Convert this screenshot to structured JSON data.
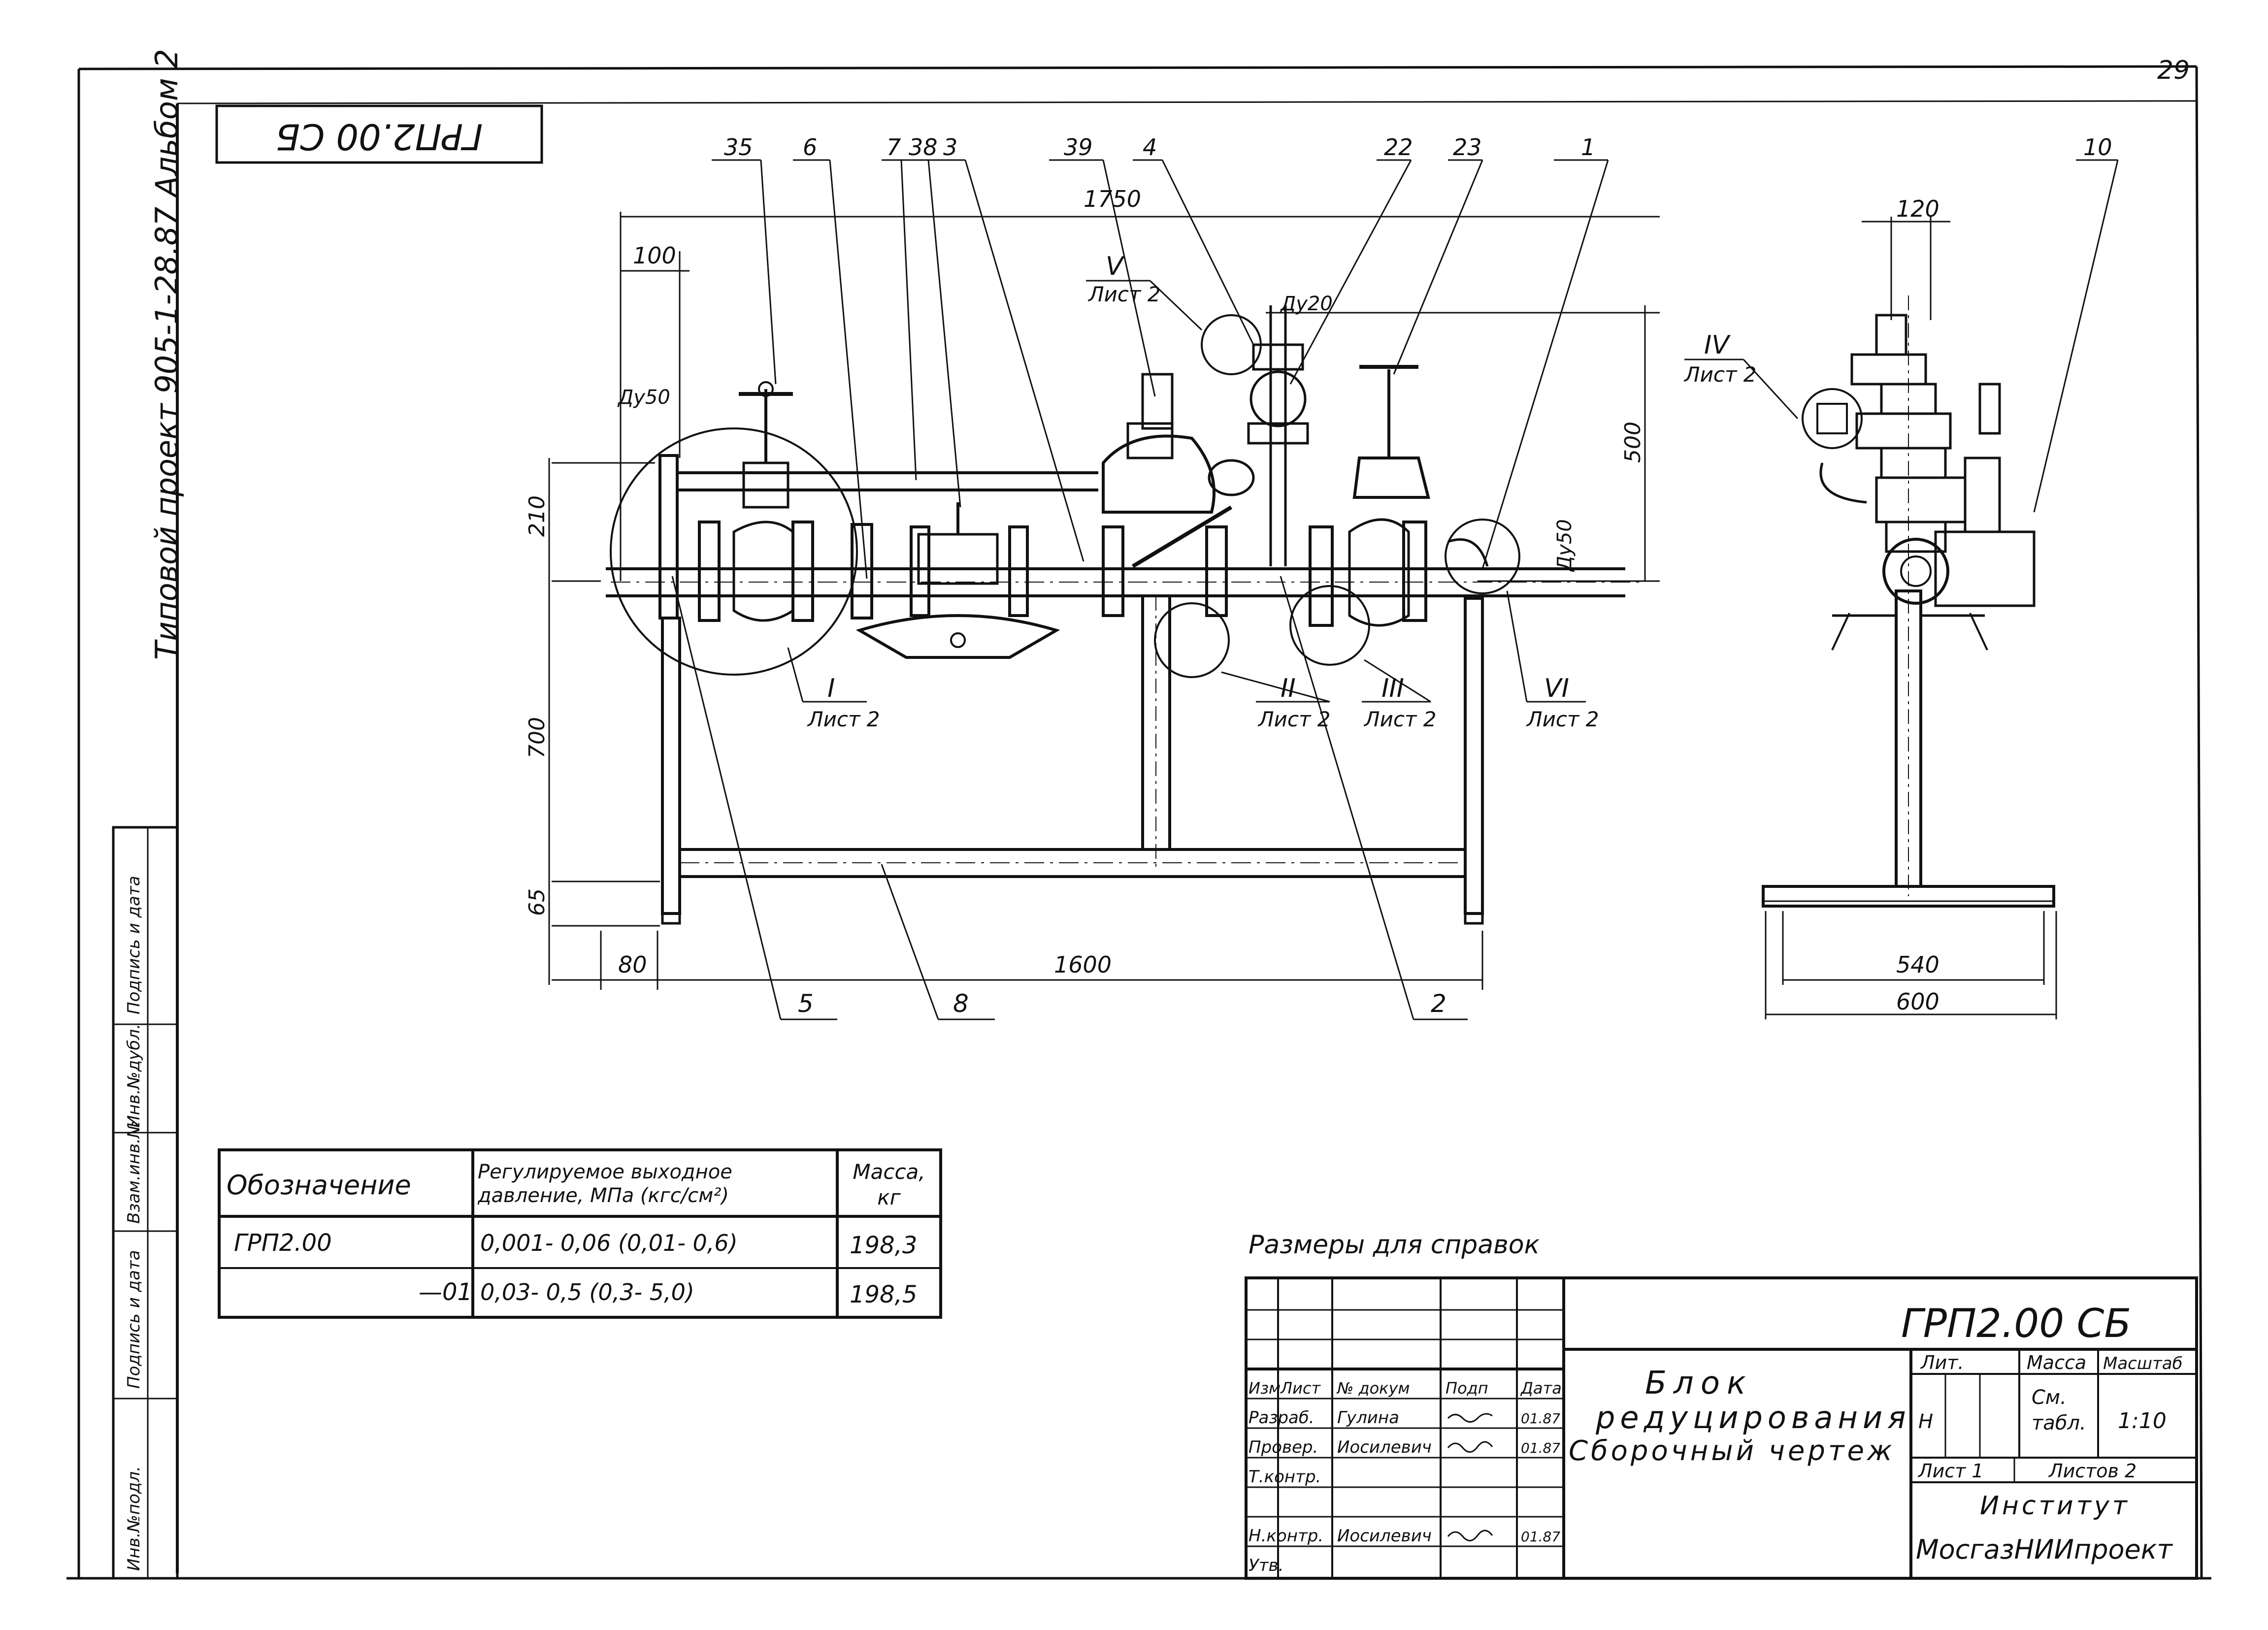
{
  "sheet": {
    "page_number": "29",
    "corner_stamp": "ГРП2.00 СБ",
    "project_note": "Типовой проект 905-1-28.87 Альбом 2",
    "side_labels": [
      "Инв.№подл.",
      "Подпись и дата",
      "Взам.инв.№",
      "Инв.№дубл.",
      "Подпись и дата"
    ]
  },
  "drawing": {
    "dimensions": {
      "overall_length": "1750",
      "base_length": "1600",
      "offset_top": "100",
      "offset_bottom": "80",
      "height_upper": "210",
      "height_lower": "700",
      "height_base": "65",
      "height_valve": "500",
      "side_top": "120",
      "side_inner": "540",
      "side_outer": "600"
    },
    "pipe_sizes": {
      "inlet": "Ду50",
      "outlet": "Ду50",
      "bypass": "Ду20"
    },
    "callouts": [
      "35",
      "6",
      "7",
      "38",
      "3",
      "39",
      "4",
      "22",
      "23",
      "1",
      "10",
      "5",
      "8",
      "2"
    ],
    "details": [
      {
        "roman": "I",
        "sheet": "Лист 2"
      },
      {
        "roman": "II",
        "sheet": "Лист 2"
      },
      {
        "roman": "III",
        "sheet": "Лист 2"
      },
      {
        "roman": "IV",
        "sheet": "Лист 2"
      },
      {
        "roman": "V",
        "sheet": "Лист 2"
      },
      {
        "roman": "VI",
        "sheet": "Лист 2"
      }
    ]
  },
  "spec_table": {
    "headers": [
      "Обозначение",
      "Регулируемое выходное давление, МПа (кгс/см²)",
      "Масса, кг"
    ],
    "rows": [
      {
        "designation": "ГРП2.00",
        "pressure": "0,001- 0,06  (0,01- 0,6)",
        "mass": "198,3"
      },
      {
        "designation": "—01",
        "pressure": "0,03- 0,5   (0,3- 5,0)",
        "mass": "198,5"
      }
    ]
  },
  "note": "Размеры для справок",
  "title_block": {
    "code": "ГРП2.00 СБ",
    "title_line1": "Блок",
    "title_line2": "редуцирования",
    "title_line3": "Сборочный чертеж",
    "col_headers": [
      "Изм",
      "Лист",
      "№ докум",
      "Подп",
      "Дата"
    ],
    "roles": [
      {
        "role": "Разраб.",
        "name": "Гулина",
        "date": "01.87"
      },
      {
        "role": "Провер.",
        "name": "Иосилевич",
        "date": "01.87"
      },
      {
        "role": "Т.контр.",
        "name": "",
        "date": ""
      },
      {
        "role": "Н.контр.",
        "name": "Иосилевич",
        "date": "01.87"
      },
      {
        "role": "Утв.",
        "name": "",
        "date": ""
      }
    ],
    "lit_header": "Лит.",
    "mass_header": "Масса",
    "scale_header": "Масштаб",
    "lit_value": "Н",
    "mass_value": "См. табл.",
    "scale_value": "1:10",
    "sheet_label": "Лист 1",
    "sheets_label": "Листов 2",
    "org_line1": "Институт",
    "org_line2": "МосгазНИИпроект"
  }
}
